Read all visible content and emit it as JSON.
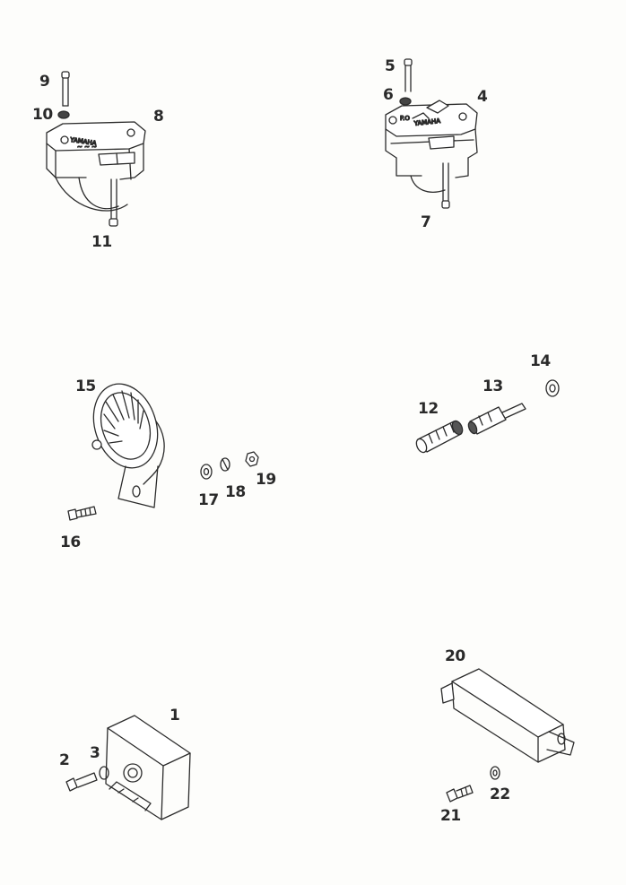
{
  "parts": {
    "p1": "1",
    "p2": "2",
    "p3": "3",
    "p4": "4",
    "p5": "5",
    "p6": "6",
    "p7": "7",
    "p8": "8",
    "p9": "9",
    "p10": "10",
    "p11": "11",
    "p12": "12",
    "p13": "13",
    "p14": "14",
    "p15": "15",
    "p16": "16",
    "p17": "17",
    "p18": "18",
    "p19": "19",
    "p20": "20",
    "p21": "21",
    "p22": "22"
  }
}
